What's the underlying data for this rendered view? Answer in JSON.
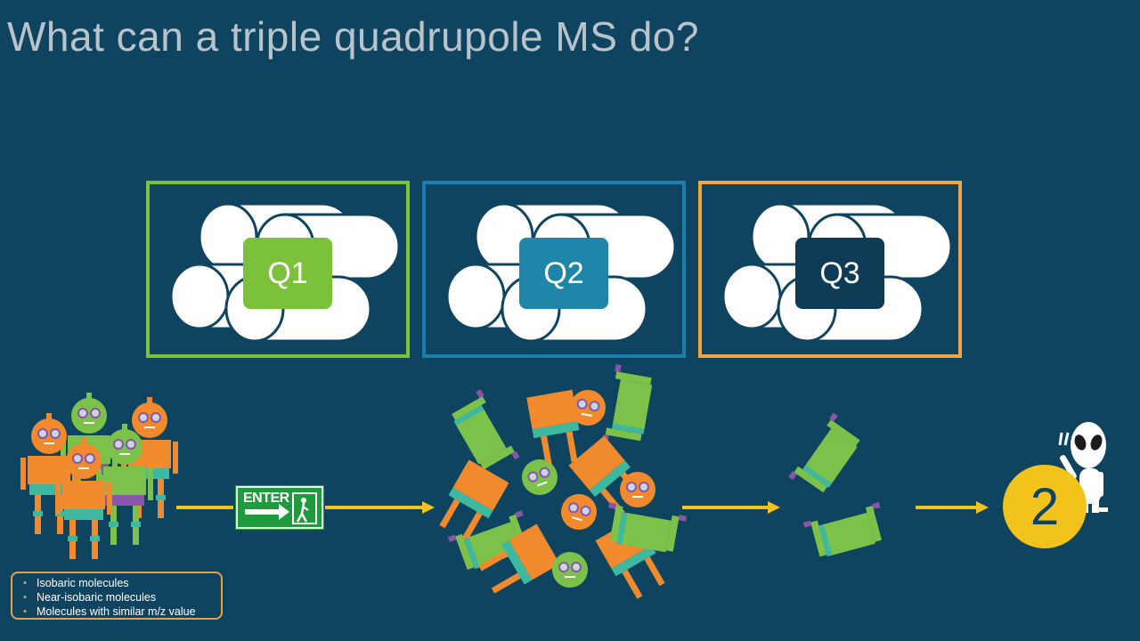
{
  "slide": {
    "title": "What can a triple quadrupole MS do?"
  },
  "quadrupoles": [
    {
      "label": "Q1",
      "border_color": "#7cc13a",
      "label_color": "#7cc13a"
    },
    {
      "label": "Q2",
      "border_color": "#1a7fb0",
      "label_color": "#1f86a9"
    },
    {
      "label": "Q3",
      "border_color": "#f0a640",
      "label_color": "#0e3c57"
    }
  ],
  "legend": {
    "items": [
      "Isobaric molecules",
      "Near-isobaric molecules",
      "Molecules with similar m/z value"
    ],
    "border_color": "#e6a24a"
  },
  "enter_sign": {
    "text": "ENTER"
  },
  "result_badge": {
    "value": "2",
    "color": "#f2c31b"
  },
  "colors": {
    "background": "#0f4461",
    "arrow": "#f2c31b",
    "robot_orange": "#f08a2c",
    "robot_green": "#7cc24a",
    "robot_teal": "#3fb8a0",
    "robot_purple": "#8a55a8"
  },
  "icons": [
    "robot-crowd-icon",
    "enter-exit-sign-icon",
    "robot-pile-icon",
    "robot-pair-icon",
    "alien-icon"
  ]
}
